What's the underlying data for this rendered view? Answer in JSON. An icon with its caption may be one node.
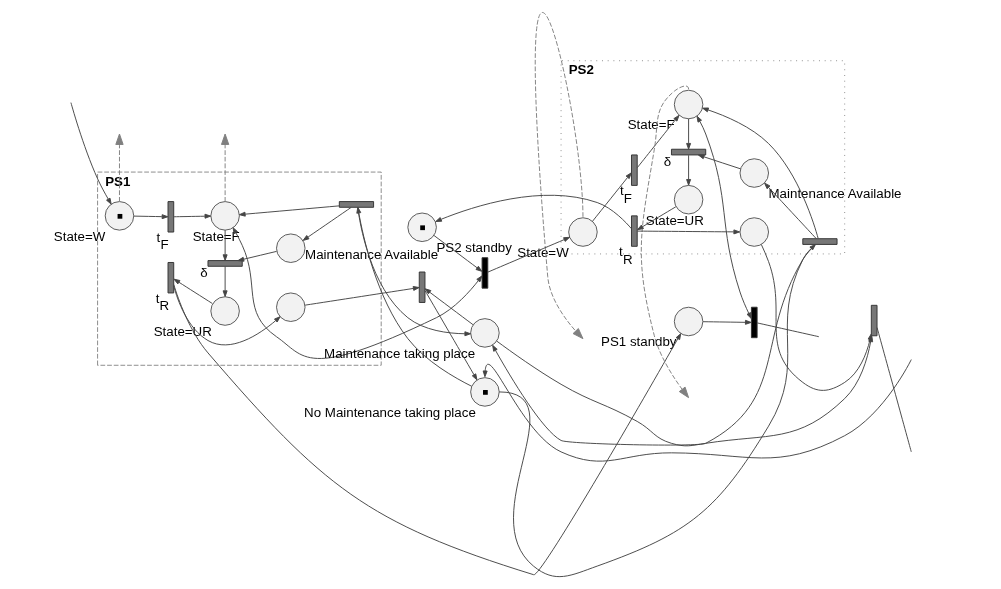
{
  "diagram": {
    "nodes": [
      {
        "text": [
          "PS1"
        ]
      },
      {
        "text": [
          "State=W"
        ],
        "in": 0
      },
      {
        "text": [
          "t$_{F}$"
        ],
        "in": 0
      },
      {
        "text": [
          "State=F"
        ],
        "in": 0
      },
      {
        "text": [
          "δ"
        ],
        "in": 0
      },
      {
        "text": [
          "Maintenance Available"
        ],
        "in": 0
      },
      {
        "text": [],
        "shape": "bar",
        "in": 0
      },
      {
        "text": [
          "t$_{R}$"
        ],
        "in": 0
      },
      {
        "text": [
          "State=UR"
        ],
        "in": 0
      },
      {
        "text": [],
        "shape": "circle",
        "in": 0
      },
      {
        "text": [
          "No Maintenance taking place"
        ]
      },
      {
        "text": [],
        "shape": "bar"
      },
      {
        "text": [
          "Maintenance taking place"
        ]
      },
      {
        "text": [
          "PS2"
        ]
      },
      {
        "text": [
          "State=W"
        ],
        "in": 13
      },
      {
        "text": [
          "t$_{F}$"
        ],
        "in": 13
      },
      {
        "text": [
          "State=F"
        ],
        "in": 13
      },
      {
        "text": [
          "δ"
        ],
        "in": 13
      },
      {
        "text": [
          "Maintenance Available"
        ],
        "in": 13
      },
      {
        "text": [],
        "shape": "bar",
        "in": 13
      },
      {
        "text": [
          "t$_{R}$"
        ],
        "in": 13
      },
      {
        "text": [
          "State=UR"
        ],
        "in": 13
      },
      {
        "text": [],
        "shape": "circle",
        "in": 13
      },
      {
        "text": [],
        "shape": "bar"
      },
      {
        "text": [],
        "shape": "bar"
      },
      {
        "text": [
          "PS2 standby"
        ]
      },
      {
        "text": [],
        "shape": "bar"
      },
      {
        "text": [
          "PS1 standby"
        ]
      }
    ],
    "edges": [
      {
        "from": 1,
        "to": 2,
        "arrow": "to"
      },
      {
        "from": 2,
        "to": 3,
        "arrow": "to"
      },
      {
        "from": 3,
        "to": 4,
        "arrow": "to"
      },
      {
        "from": 5,
        "to": 4,
        "arrow": "to"
      },
      {
        "from": 4,
        "to": 8,
        "arrow": "to"
      },
      {
        "from": 6,
        "to": 3,
        "arrow": "to"
      },
      {
        "from": 6,
        "to": 5,
        "arrow": "to"
      },
      {
        "from": 10,
        "to": 6,
        "arrow": "to"
      },
      {
        "from": 8,
        "to": 7,
        "arrow": "to"
      },
      {
        "from": 7,
        "to": 9,
        "arrow": "to"
      },
      {
        "from": 9,
        "to": 11,
        "arrow": "to"
      },
      {
        "from": 12,
        "to": 11,
        "arrow": "to"
      },
      {
        "from": 11,
        "to": 10,
        "arrow": "to"
      },
      {
        "from": 6,
        "to": 12,
        "arrow": "to"
      },
      {
        "from": 14,
        "to": 15,
        "arrow": "to"
      },
      {
        "from": 15,
        "to": 16,
        "arrow": "to"
      },
      {
        "from": 16,
        "to": 17,
        "arrow": "to"
      },
      {
        "from": 18,
        "to": 17,
        "arrow": "to"
      },
      {
        "from": 17,
        "to": 21,
        "arrow": "to"
      },
      {
        "from": 19,
        "to": 16,
        "arrow": "to"
      },
      {
        "from": 19,
        "to": 18,
        "arrow": "to"
      },
      {
        "from": 10,
        "to": 19,
        "arrow": "to"
      },
      {
        "from": 19,
        "to": 12,
        "arrow": "to"
      },
      {
        "from": 21,
        "to": 20,
        "arrow": "to"
      },
      {
        "from": 20,
        "to": 22,
        "arrow": "to"
      },
      {
        "from": 22,
        "to": 23,
        "arrow": "to"
      },
      {
        "from": 12,
        "to": 23,
        "arrow": "to"
      },
      {
        "from": 23,
        "to": null,
        "arrow": "none"
      },
      {
        "from": null,
        "to": 10,
        "arrow": "to"
      },
      {
        "from": 3,
        "to": 24,
        "arrow": "both"
      },
      {
        "from": 25,
        "to": 24,
        "arrow": "to"
      },
      {
        "from": 24,
        "to": 14,
        "arrow": "to"
      },
      {
        "from": 20,
        "to": 25,
        "arrow": "to"
      },
      {
        "from": 16,
        "to": 26,
        "arrow": "both"
      },
      {
        "from": 27,
        "to": 26,
        "arrow": "to"
      },
      {
        "from": 7,
        "to": 27,
        "arrow": "to"
      },
      {
        "from": 26,
        "to": null,
        "arrow": "none"
      },
      {
        "from": null,
        "to": 1,
        "arrow": "to"
      },
      {
        "from": 1,
        "to": null,
        "arrow": "to",
        "style": "dashed",
        "color": "#808080"
      },
      {
        "from": 3,
        "to": null,
        "arrow": "to",
        "style": "dashed",
        "color": "#808080"
      },
      {
        "from": 14,
        "to": null,
        "arrow": "to",
        "style": "dashed",
        "color": "#808080"
      },
      {
        "from": 16,
        "to": null,
        "arrow": "to",
        "style": "dashed",
        "color": "#808080"
      }
    ]
  }
}
